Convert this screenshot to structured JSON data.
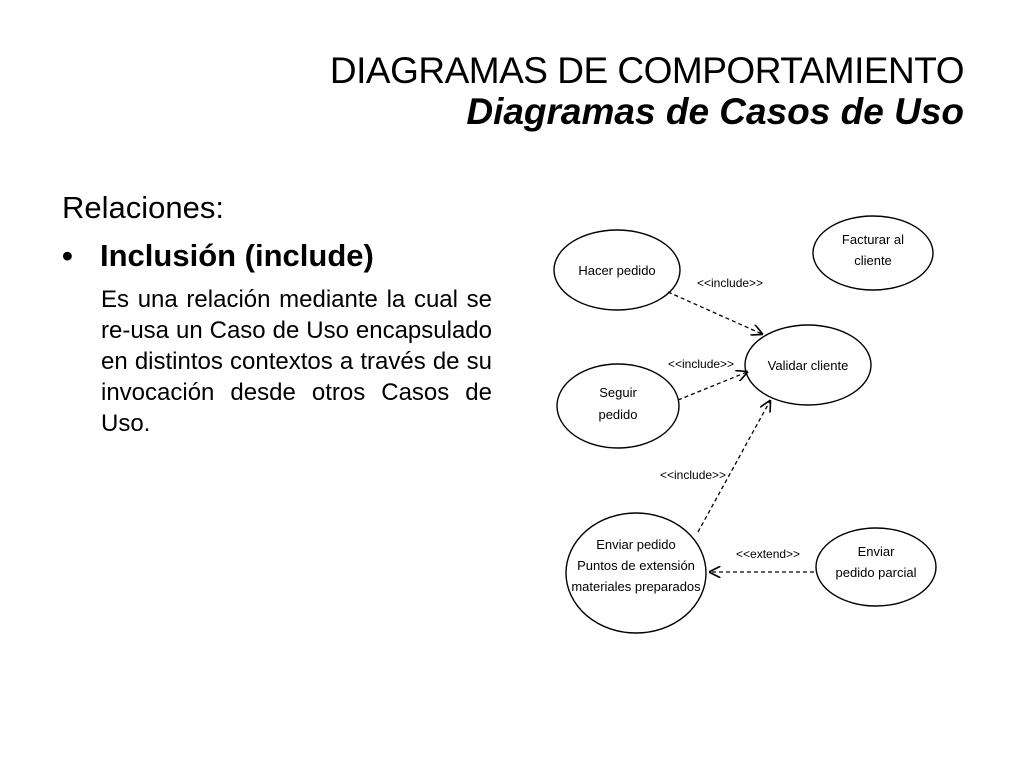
{
  "title": {
    "line1": "DIAGRAMAS DE COMPORTAMIENTO",
    "line2": "Diagramas de  Casos de Uso"
  },
  "content": {
    "heading": "Relaciones:",
    "bullet_symbol": "•",
    "bullet_title": "Inclusión (include)",
    "paragraph": "Es una relación mediante la cual se re-usa un Caso de Uso encapsulado en distintos contextos a través de su invocación desde otros Casos de Uso."
  },
  "diagram": {
    "use_cases": [
      {
        "id": "hacer",
        "lines": [
          "Hacer pedido"
        ]
      },
      {
        "id": "facturar",
        "lines": [
          "Facturar al",
          "cliente"
        ]
      },
      {
        "id": "validar",
        "lines": [
          "Validar cliente"
        ]
      },
      {
        "id": "seguir",
        "lines": [
          "Seguir",
          "pedido"
        ]
      },
      {
        "id": "enviar",
        "lines": [
          "Enviar pedido",
          "Puntos de extensión",
          "materiales preparados"
        ]
      },
      {
        "id": "parcial",
        "lines": [
          "Enviar",
          "pedido parcial"
        ]
      }
    ],
    "relations": [
      {
        "from": "hacer",
        "to": "validar",
        "label": "<<include>>"
      },
      {
        "from": "seguir",
        "to": "validar",
        "label": "<<include>>"
      },
      {
        "from": "enviar",
        "to": "validar",
        "label": "<<include>>"
      },
      {
        "from": "parcial",
        "to": "enviar",
        "label": "<<extend>>"
      }
    ]
  }
}
